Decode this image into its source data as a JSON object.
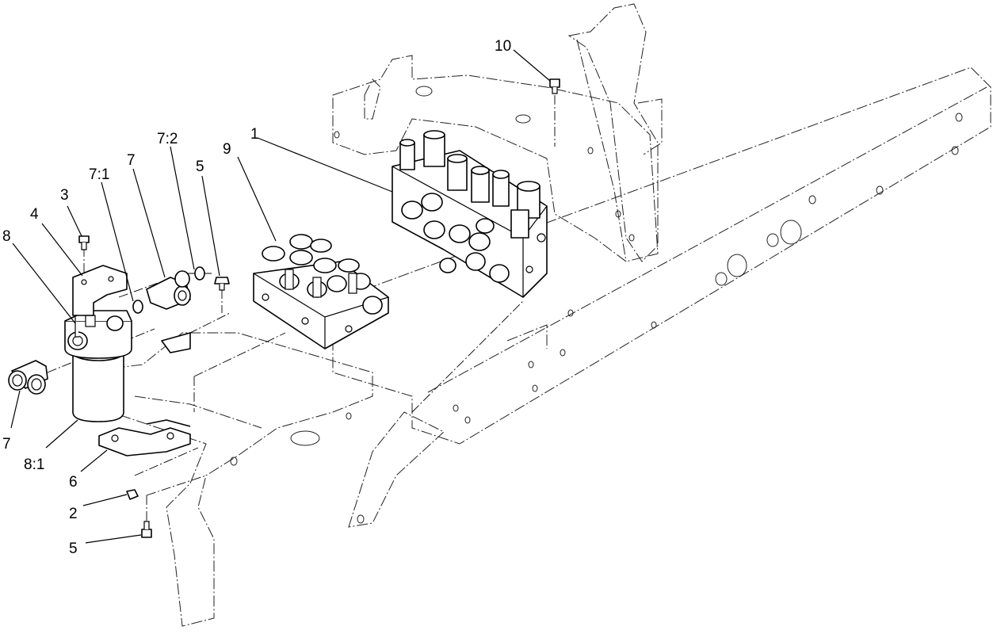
{
  "callouts": {
    "c1": "1",
    "c2": "2",
    "c3": "3",
    "c4": "4",
    "c5a": "5",
    "c5b": "5",
    "c6": "6",
    "c7a": "7",
    "c7b": "7",
    "c71": "7:1",
    "c72": "7:2",
    "c8": "8",
    "c81": "8:1",
    "c9": "9",
    "c10": "10"
  }
}
